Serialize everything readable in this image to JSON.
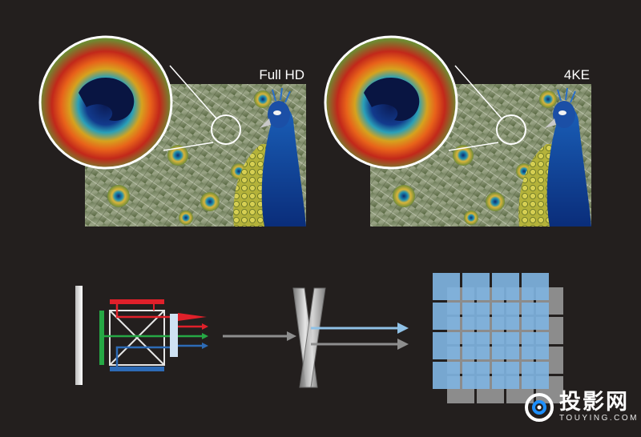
{
  "panels": {
    "left_label": "Full HD",
    "right_label": "4KE"
  },
  "watermark": {
    "title": "投影网",
    "subtitle": "TOUYING.COM"
  },
  "colors": {
    "background": "#231f1e",
    "red": "#e0202a",
    "green": "#26a845",
    "blue": "#2d6bb6",
    "pixel_blue": "#7fb3e0",
    "pixel_gray": "#8c8c8c",
    "arrow_gray": "#8e8e8e",
    "arrow_light_blue": "#8fc1e6"
  },
  "icons": {
    "watermark": "projector-lens-icon"
  }
}
